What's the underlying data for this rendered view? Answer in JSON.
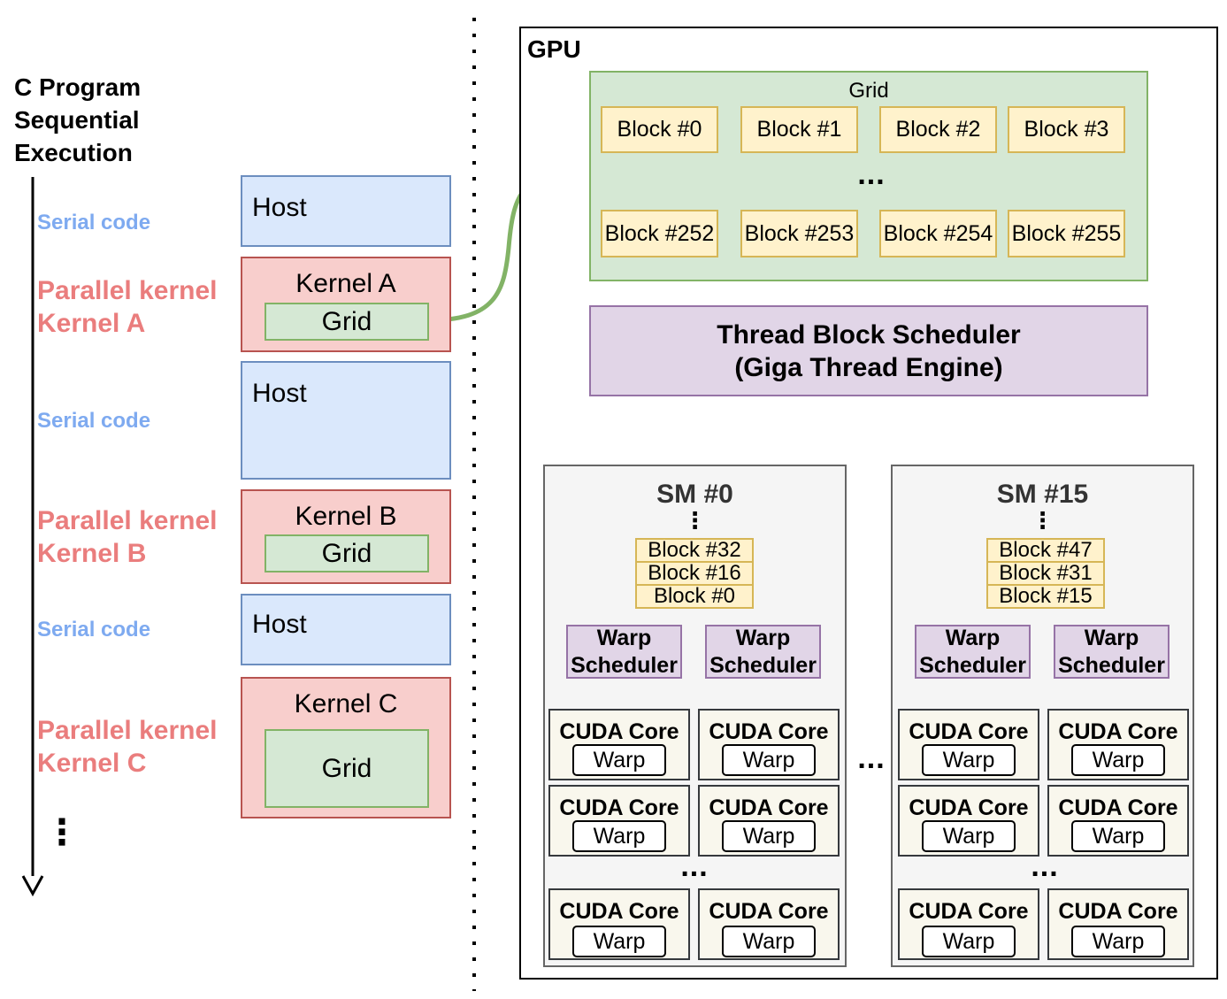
{
  "program": {
    "title_lines": [
      "C Program",
      "Sequential",
      "Execution"
    ],
    "serial_label": "Serial code",
    "parallel_label": "Parallel kernel",
    "kernel_a_side": "Kernel A",
    "kernel_b_side": "Kernel B",
    "kernel_c_side": "Kernel C",
    "continuation": "⋮"
  },
  "timeline": {
    "host": "Host",
    "kernel_a": "Kernel A",
    "kernel_b": "Kernel B",
    "kernel_c": "Kernel C",
    "grid": "Grid"
  },
  "gpu": {
    "label": "GPU",
    "grid_label": "Grid",
    "top_blocks": [
      "Block #0",
      "Block #1",
      "Block #2",
      "Block #3"
    ],
    "bottom_blocks": [
      "Block #252",
      "Block #253",
      "Block #254",
      "Block #255"
    ],
    "ellipsis": "...",
    "scheduler_line1": "Thread Block Scheduler",
    "scheduler_line2": "(Giga Thread Engine)"
  },
  "sms": [
    {
      "title": "SM #0",
      "blocks": [
        "Block #32",
        "Block #16",
        "Block #0"
      ],
      "warp_scheduler": [
        "Warp",
        "Scheduler"
      ],
      "core_title": "CUDA Core",
      "warp": "Warp"
    },
    {
      "title": "SM #15",
      "blocks": [
        "Block #47",
        "Block #31",
        "Block #15"
      ],
      "warp_scheduler": [
        "Warp",
        "Scheduler"
      ],
      "core_title": "CUDA Core",
      "warp": "Warp"
    }
  ],
  "colors": {
    "host_fill": "#dae8fc",
    "kernel_fill": "#f8cecc",
    "grid_fill": "#d5e8d4",
    "block_fill": "#fff2cc",
    "scheduler_fill": "#e1d5e7",
    "sm_fill": "#f5f5f5",
    "core_fill": "#f9f7ed",
    "serial_text": "#7eaaf0",
    "parallel_text": "#ea7d7d",
    "grid_arrow": "#82b366"
  }
}
